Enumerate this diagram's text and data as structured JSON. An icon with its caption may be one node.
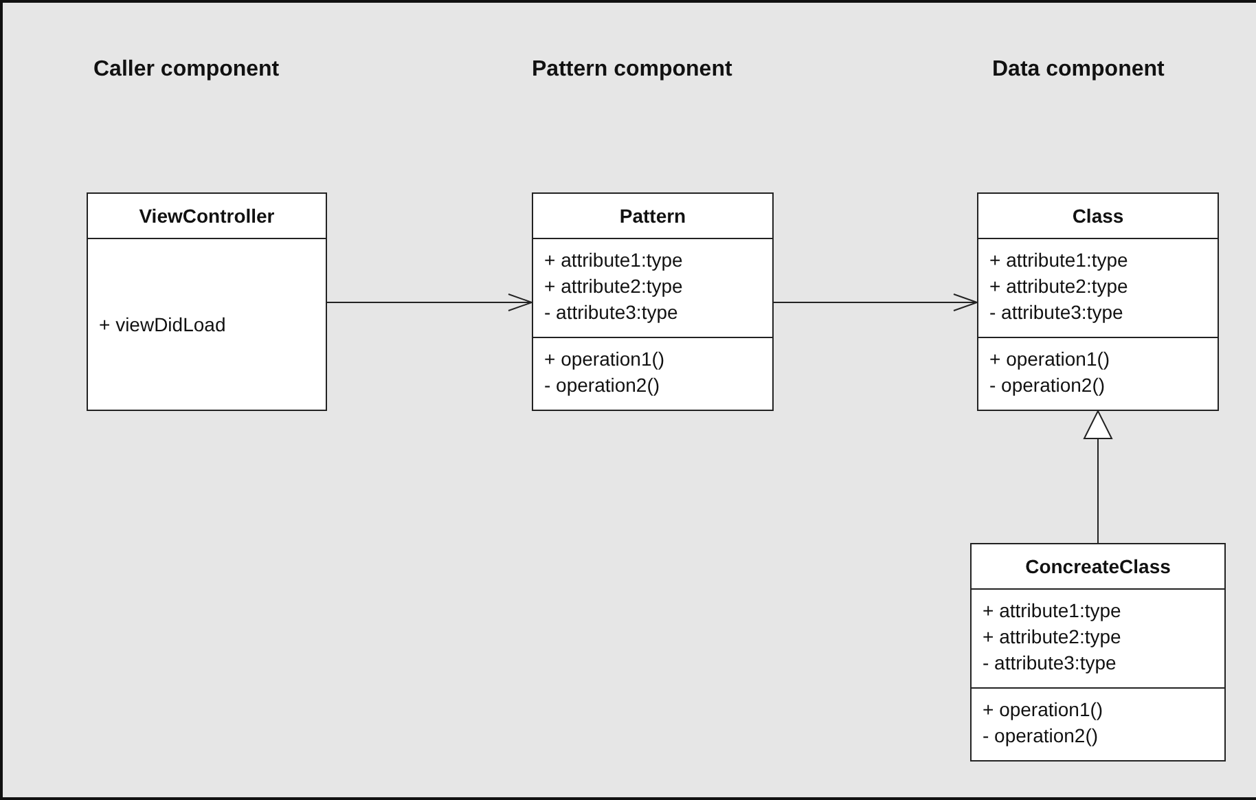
{
  "diagram": {
    "nodes": [
      {
        "text": [
          "ViewController",
          "+ viewDidLoad"
        ]
      },
      {
        "text": [
          "Pattern",
          "+ attribute1:type",
          "+ attribute2:type",
          "- attribute3:type",
          "+ operation1()",
          "- operation2()"
        ]
      },
      {
        "text": [
          "Class",
          "+ attribute1:type",
          "+ attribute2:type",
          "- attribute3:type",
          "+ operation1()",
          "- operation2()"
        ]
      },
      {
        "text": [
          "ConcreateClass",
          "+ attribute1:type",
          "+ attribute2:type",
          "- attribute3:type",
          "+ operation1()",
          "- operation2()"
        ]
      }
    ],
    "edges": [
      {
        "from": 0,
        "to": 1,
        "arrow": "to"
      },
      {
        "from": 1,
        "to": 2,
        "arrow": "to"
      },
      {
        "from": 3,
        "to": 2,
        "arrow": "to"
      }
    ],
    "labels": [
      "Caller component",
      "Pattern component",
      "Data component"
    ]
  }
}
